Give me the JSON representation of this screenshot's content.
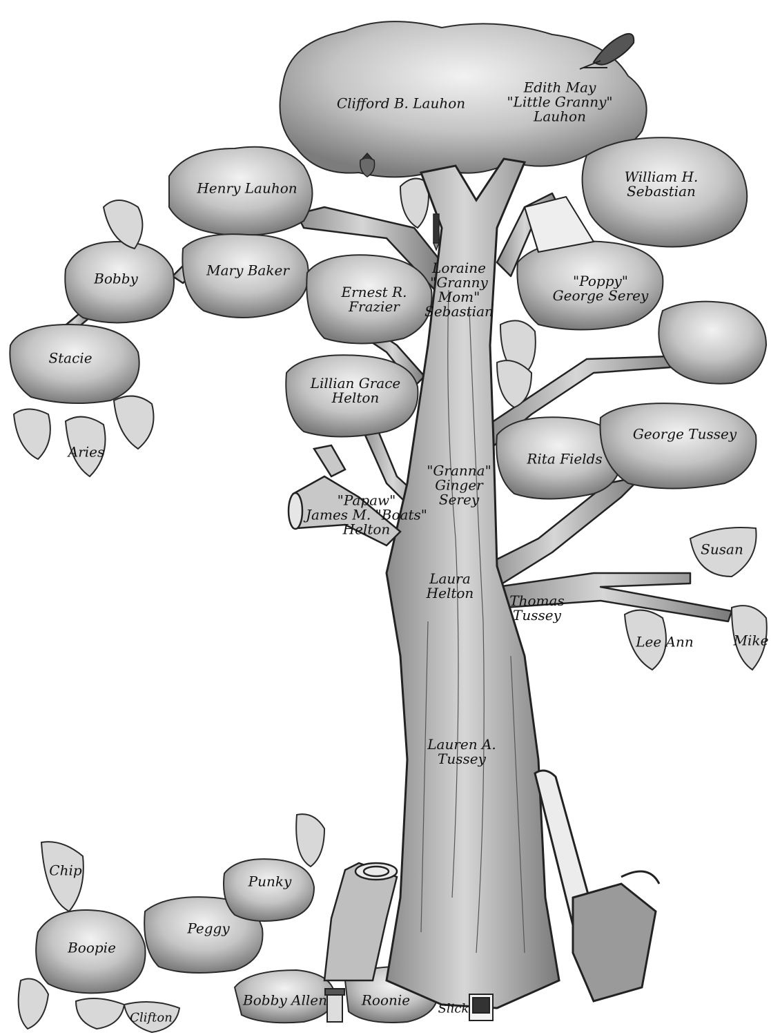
{
  "colors": {
    "ink": "#1e1e1e",
    "foliage": "#b9b9b9",
    "foliage_dark": "#7a7a7a",
    "bark": "#a8a8a8",
    "bark_dark": "#6a6a6a",
    "paper": "#ffffff"
  },
  "icons": [
    "bird-icon",
    "strawberry-icon",
    "pen-icon",
    "book-icon",
    "pill-bottle-icon",
    "photo-icon",
    "chainsaw-icon",
    "cut-stump-icon"
  ],
  "people": {
    "clifford": [
      "Clifford B. Lauhon"
    ],
    "edith": [
      "Edith May",
      "\"Little Granny\"",
      "Lauhon"
    ],
    "henry": [
      "Henry Lauhon"
    ],
    "william": [
      "William H.",
      "Sebastian"
    ],
    "bobby_top": [
      "Bobby"
    ],
    "mary": [
      "Mary Baker"
    ],
    "ernest": [
      "Ernest R.",
      "Frazier"
    ],
    "loraine": [
      "Loraine",
      "\"Granny",
      "Mom\"",
      "Sebastian"
    ],
    "poppy": [
      "\"Poppy\"",
      "George Serey"
    ],
    "stacie": [
      "Stacie"
    ],
    "lillian": [
      "Lillian Grace",
      "Helton"
    ],
    "aries": [
      "Aries"
    ],
    "george_tussey": [
      "George Tussey"
    ],
    "rita": [
      "Rita Fields"
    ],
    "granna": [
      "\"Granna\"",
      "Ginger",
      "Serey"
    ],
    "papaw": [
      "\"Papaw\"",
      "James M. \"Boats\"",
      "Helton"
    ],
    "susan": [
      "Susan"
    ],
    "laura": [
      "Laura",
      "Helton"
    ],
    "thomas": [
      "Thomas",
      "Tussey"
    ],
    "lee_ann": [
      "Lee Ann"
    ],
    "mike": [
      "Mike"
    ],
    "lauren": [
      "Lauren A.",
      "Tussey"
    ],
    "chip": [
      "Chip"
    ],
    "punky": [
      "Punky"
    ],
    "peggy": [
      "Peggy"
    ],
    "boopie": [
      "Boopie"
    ],
    "bobby_allen": [
      "Bobby Allen"
    ],
    "roonie": [
      "Roonie"
    ],
    "slick": [
      "Slick"
    ],
    "clifton": [
      "Clifton"
    ]
  }
}
